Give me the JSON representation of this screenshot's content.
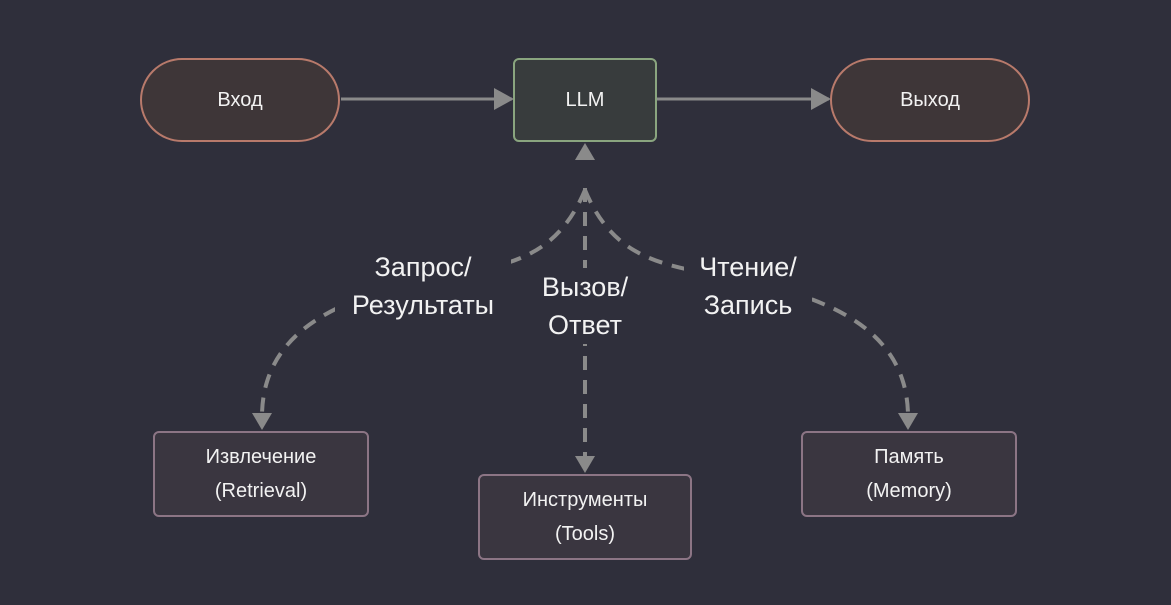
{
  "nodes": {
    "input": "Вход",
    "llm": "LLM",
    "output": "Выход",
    "retrieval": {
      "line1": "Извлечение",
      "line2": "(Retrieval)"
    },
    "tools": {
      "line1": "Инструменты",
      "line2": "(Tools)"
    },
    "memory": {
      "line1": "Память",
      "line2": "(Memory)"
    }
  },
  "edges": {
    "retrieval_label": {
      "line1": "Запрос/",
      "line2": "Результаты"
    },
    "tools_label": {
      "line1": "Вызов/",
      "line2": "Ответ"
    },
    "memory_label": {
      "line1": "Чтение/",
      "line2": "Запись"
    }
  },
  "colors": {
    "background": "#2f2f3b",
    "io_border": "#b87a6b",
    "llm_border": "#8aa57f",
    "component_border": "#8c7585",
    "edge": "#8a8a8a",
    "text": "#f2f2f2"
  }
}
